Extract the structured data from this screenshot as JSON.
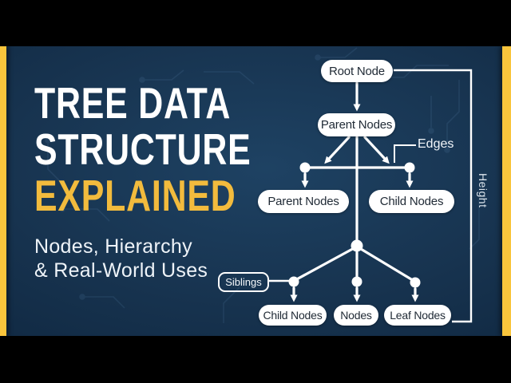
{
  "title": {
    "line1": "TREE DATA",
    "line2": "STRUCTURE",
    "line3": "EXPLAINED"
  },
  "subtitle": {
    "line1": "Nodes, Hierarchy",
    "line2": "& Real-World Uses"
  },
  "diagram": {
    "root": "Root Node",
    "level2_parent": "Parent Nodes",
    "level3_left": "Parent Nodes",
    "level3_right": "Child Nodes",
    "level4_left": "Child Nodes",
    "level4_mid": "Nodes",
    "level4_right": "Leaf Nodes",
    "label_edges": "Edges",
    "label_siblings": "Siblings",
    "label_height": "Height",
    "tree_structure": {
      "Root Node": {
        "Parent Nodes": {
          "Parent Nodes (left)": {},
          "Child Nodes (right)": {},
          "junction": {
            "children": [
              "Child Nodes",
              "Nodes",
              "Leaf Nodes"
            ]
          }
        }
      }
    }
  },
  "colors": {
    "accent_yellow": "#f9c53c",
    "title_yellow": "#f2bb3d",
    "background_navy": "#17334f",
    "letterbox_black": "#000000",
    "pill_background": "#ffffff",
    "pill_text": "#212b36",
    "line_white": "#ffffff"
  }
}
